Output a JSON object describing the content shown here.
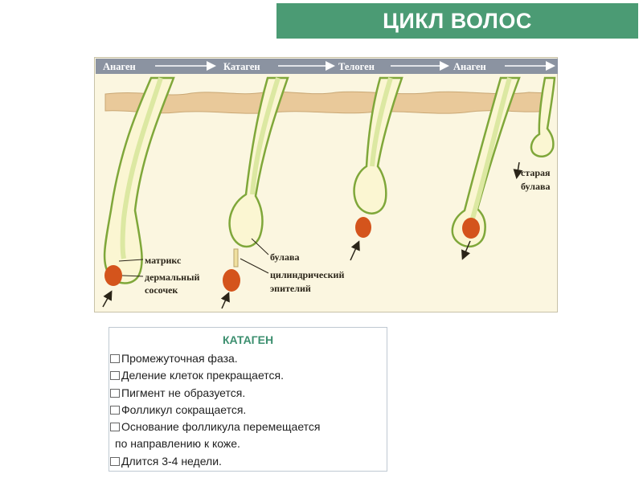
{
  "title": "ЦИКЛ ВОЛОС",
  "diagram": {
    "phases": [
      "Анаген",
      "Катаген",
      "Телоген",
      "Анаген"
    ],
    "labels": {
      "matrix": "матрикс",
      "dermal_papilla_1": "дермальный",
      "dermal_papilla_2": "сосочек",
      "club": "булава",
      "cyl_epithelium_1": "цилиндрический",
      "cyl_epithelium_2": "эпителий",
      "old_club_1": "старая",
      "old_club_2": "булава"
    }
  },
  "textbox": {
    "title": "КАТАГЕН",
    "items": [
      {
        "text": "Промежуточная фаза.",
        "bullet": true
      },
      {
        "text": "Деление клеток прекращается.",
        "bullet": true
      },
      {
        "text": "Пигмент не образуется.",
        "bullet": true
      },
      {
        "text": "Фолликул сокращается.",
        "bullet": true
      },
      {
        "text": "Основание фолликула перемещается",
        "bullet": true
      },
      {
        "text": "по направлению к коже.",
        "bullet": false
      },
      {
        "text": "Длится 3-4 недели.",
        "bullet": true
      }
    ]
  },
  "colors": {
    "title_bg": "#4b9b74",
    "skin": "#e9c99a",
    "follicle_fill": "#fbf6d2",
    "follicle_outline": "#7fa73a",
    "hair_shaft": "#dce8a2",
    "papilla": "#d4541c",
    "phase_bar": "#8b93a1"
  }
}
